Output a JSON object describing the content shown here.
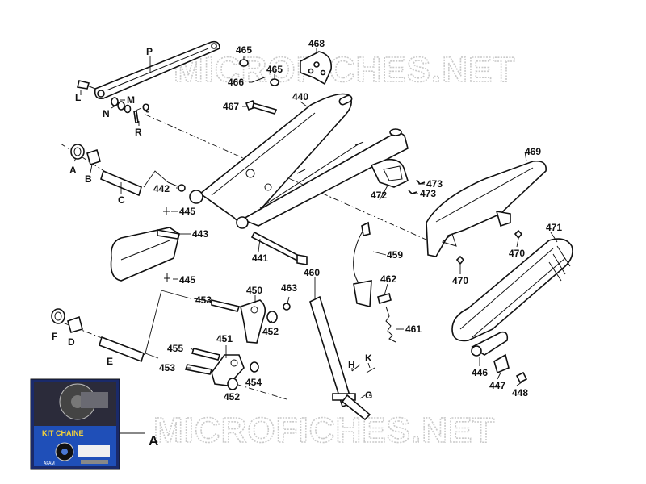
{
  "watermarks": [
    "MICROFICHES.NET",
    "MICROFICHES.NET"
  ],
  "callouts": {
    "P": "P",
    "L": "L",
    "M": "M",
    "N": "N",
    "Q": "Q",
    "R": "R",
    "A": "A",
    "B": "B",
    "C": "C",
    "D": "D",
    "E": "E",
    "F": "F",
    "G": "G",
    "H": "H",
    "K": "K",
    "p440": "440",
    "p441": "441",
    "p442": "442",
    "p443": "443",
    "p445a": "445",
    "p445b": "445",
    "p446": "446",
    "p447": "447",
    "p448": "448",
    "p450": "450",
    "p451": "451",
    "p452a": "452",
    "p452b": "452",
    "p453a": "453",
    "p453b": "453",
    "p454": "454",
    "p455": "455",
    "p459": "459",
    "p460": "460",
    "p461": "461",
    "p462": "462",
    "p463": "463",
    "p465a": "465",
    "p465b": "465",
    "p466": "466",
    "p467": "467",
    "p468": "468",
    "p469": "469",
    "p470a": "470",
    "p470b": "470",
    "p471": "471",
    "p472": "472",
    "p473a": "473",
    "p473b": "473",
    "kitA": "A"
  },
  "kit": {
    "title": "KIT CHAINE",
    "brand": "AFAM"
  },
  "colors": {
    "kit_bg": "#1a2a6a",
    "kit_blue": "#1f4fb8",
    "kit_title": "#f4d23a"
  }
}
